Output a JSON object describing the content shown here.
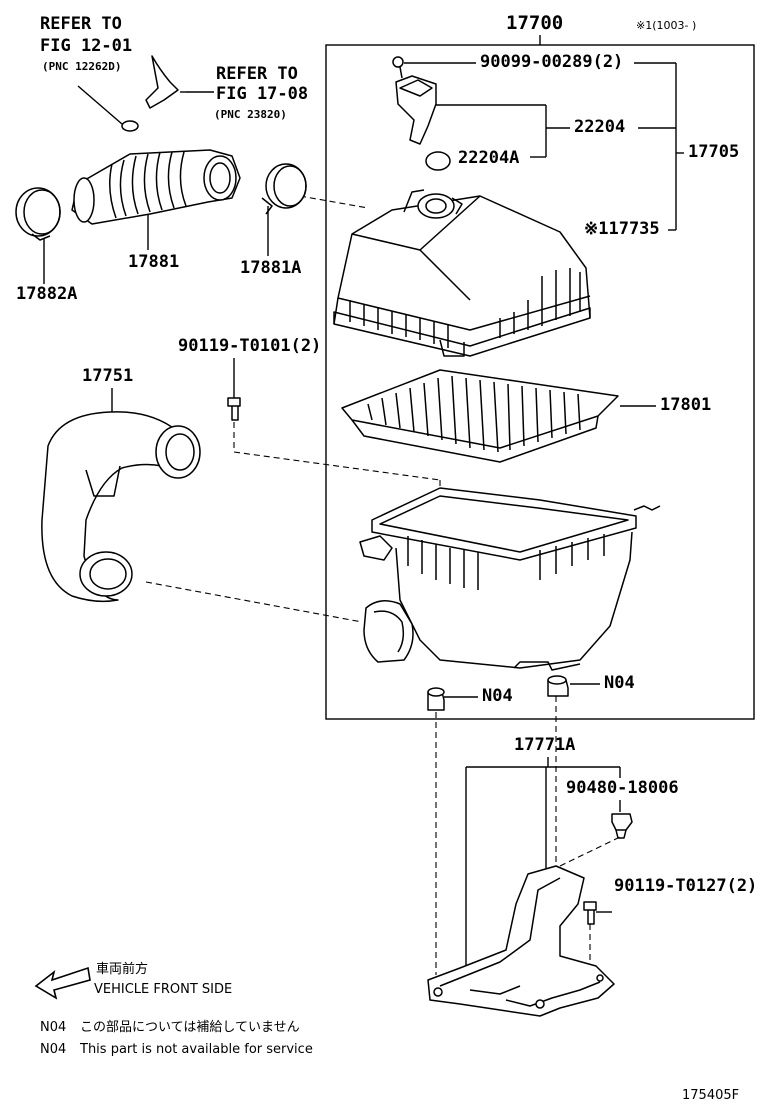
{
  "refs": {
    "ref1_line1": "REFER TO",
    "ref1_line2": "FIG 12-01",
    "ref1_line3": "(PNC 12262D)",
    "ref2_line1": "REFER TO",
    "ref2_line2": "FIG 17-08",
    "ref2_line3": "(PNC 23820)"
  },
  "parts": {
    "p17700": "17700",
    "range_note": "※1(1003-     )",
    "p90099": "90099-00289(2)",
    "p22204": "22204",
    "p22204a": "22204A",
    "p17705": "17705",
    "p17735": "※117735",
    "p17881": "17881",
    "p17881a": "17881A",
    "p17882a": "17882A",
    "p90119a": "90119-T0101(2)",
    "p17751": "17751",
    "p17801": "17801",
    "n04_left": "N04",
    "n04_right": "N04",
    "p17771a": "17771A",
    "p90480": "90480-18006",
    "p90119b": "90119-T0127(2)"
  },
  "legend": {
    "front_jp": "車両前方",
    "front_en": "VEHICLE FRONT SIDE",
    "n04_code_jp": "N04",
    "n04_jp": "この部品については補給していません",
    "n04_code_en": "N04",
    "n04_en": "This part is not available for service"
  },
  "figure_id": "175405F",
  "icons": [
    "vehicle-front-arrow-icon"
  ]
}
